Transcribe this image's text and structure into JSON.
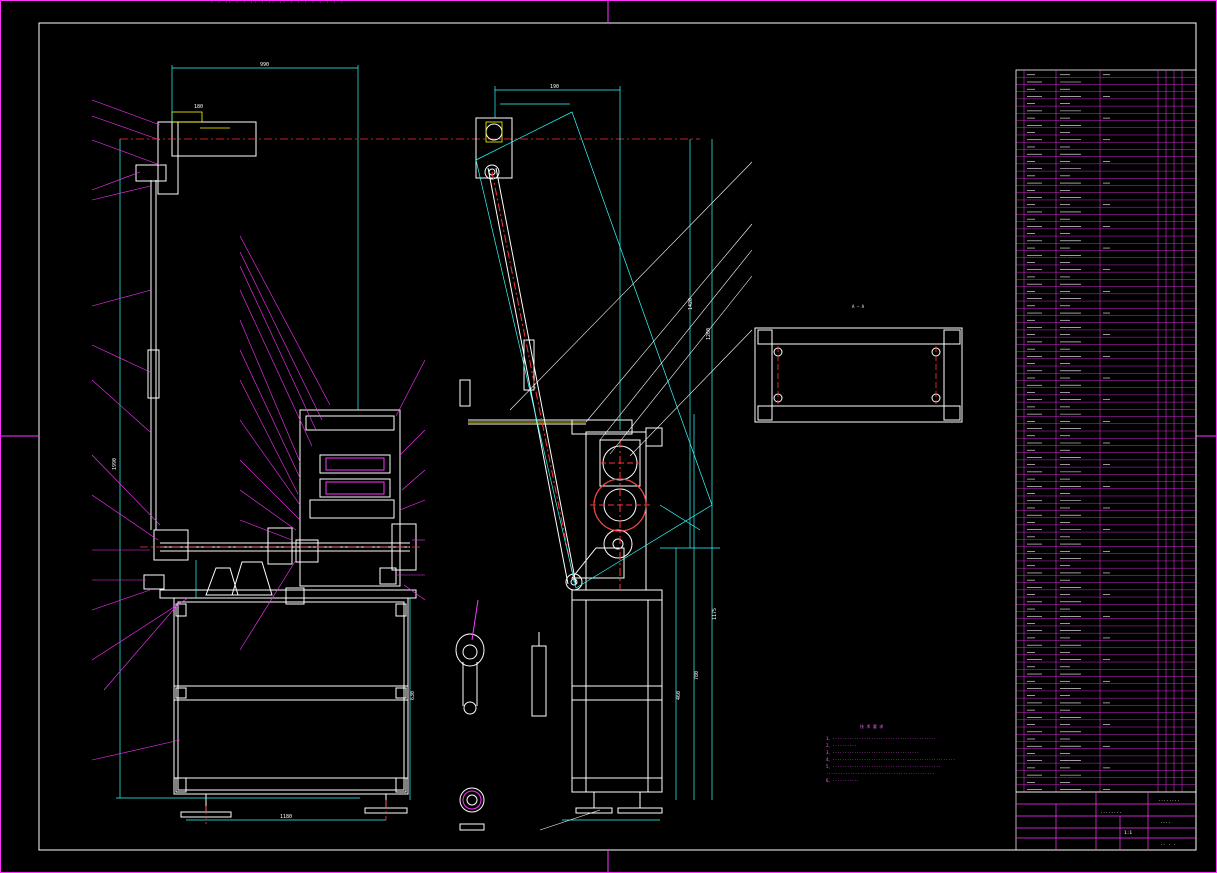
{
  "colors": {
    "background": "#000000",
    "frame": "#ff33ff",
    "outline": "#ffffff",
    "dimension": "#33ffff",
    "center": "#ff3333",
    "highlight": "#ffff00",
    "green": "#33ff33"
  },
  "top_caption": "· · ·· · · ·· · ·· ·· · · · · · · · ·",
  "view_label": "A — A",
  "dimensions": {
    "d1": "990",
    "d2": "180",
    "d3": "1990",
    "d4": "1180",
    "d5": "630",
    "d6": "190",
    "d7": "1175",
    "d8": "780",
    "d9": "1260",
    "d10": "1420",
    "d11": "460"
  },
  "notes_title": "技 术 要 求",
  "notes": [
    "1、···········································",
    "2、··········",
    "3、····································",
    "4、···················································",
    "5、·············································",
    "   ·············································",
    "6、···········"
  ],
  "title_block": {
    "drawing_title": "········",
    "school": "········",
    "material": "····",
    "scale": "1:1",
    "sheet": "·· · ·"
  }
}
